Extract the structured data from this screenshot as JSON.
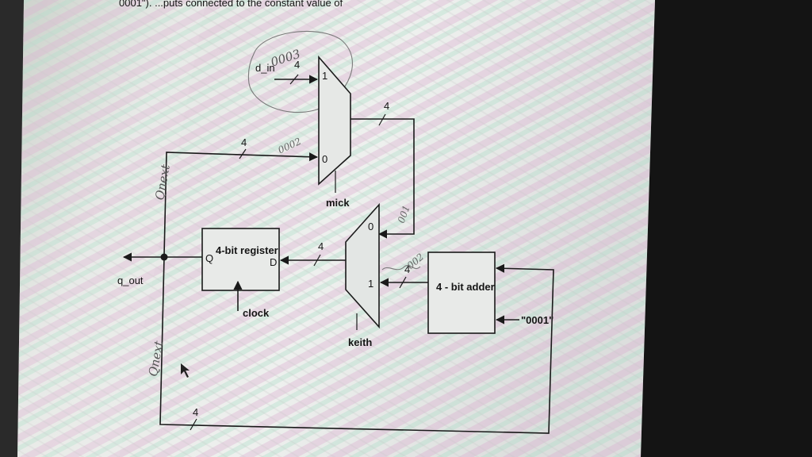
{
  "header_text": "0001\").         ...puts connected to the constant value of",
  "inputs": {
    "d_in": "d_in",
    "clock": "clock",
    "constant": "\"0001\""
  },
  "outputs": {
    "q_out": "q_out"
  },
  "components": {
    "register": {
      "label": "4-bit register",
      "port_q": "Q",
      "port_d": "D"
    },
    "adder": {
      "label": "4 - bit adder"
    },
    "mux_mick": {
      "name": "mick",
      "in1": "1",
      "in0": "0"
    },
    "mux_keith": {
      "name": "keith",
      "in0": "0",
      "in1": "1"
    }
  },
  "bus_width": "4",
  "handwritten": {
    "d_in_value": "0003",
    "qnext_value": "0002",
    "keith_in0_value": "001",
    "adder_out_value": "002",
    "qnext_vertical": "Qnext",
    "qnext_vertical_2": "Qnext"
  },
  "colors": {
    "paper": "#e9ebe9",
    "ink": "#1a1a1a",
    "pencil": "#7a7a7a",
    "screen_bezel": "#121212"
  }
}
